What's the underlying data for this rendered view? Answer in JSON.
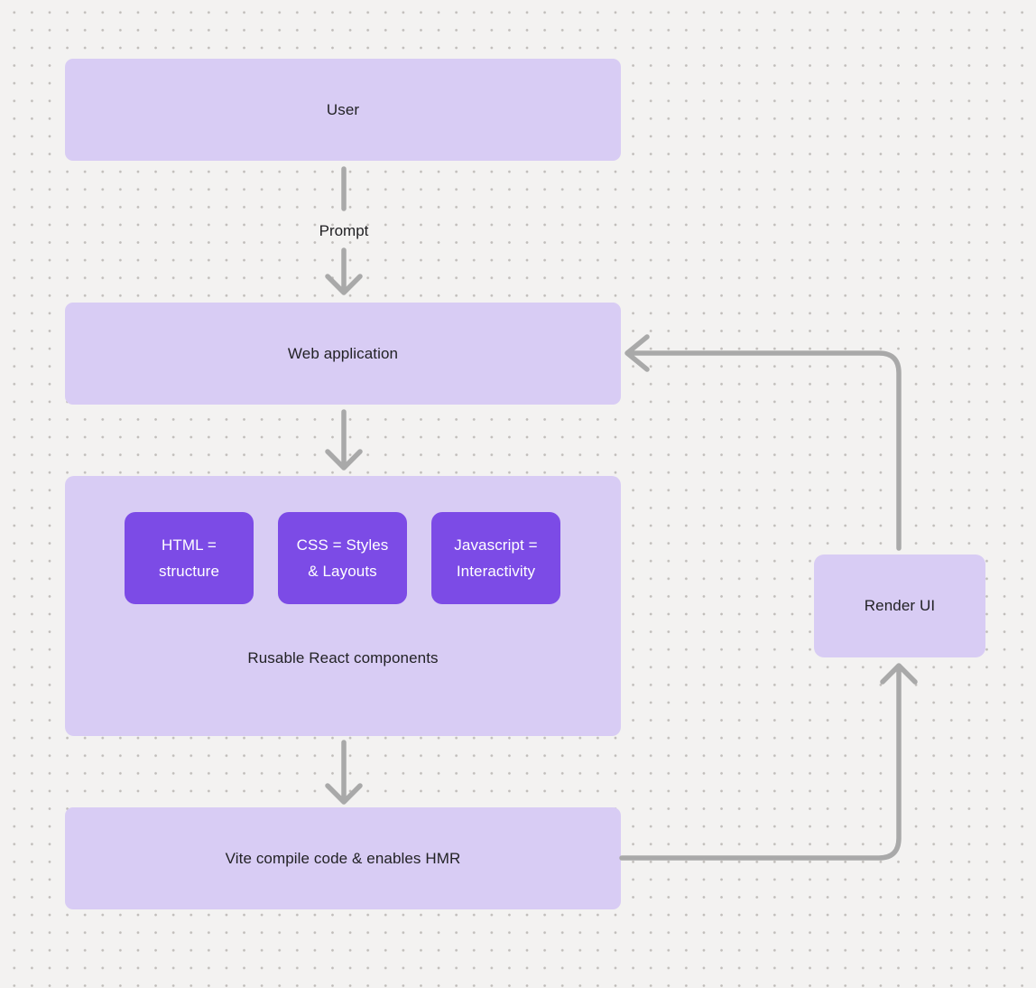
{
  "diagram": {
    "nodes": {
      "user": {
        "label": "User"
      },
      "web_application": {
        "label": "Web application"
      },
      "components_group": {
        "caption": "Rusable React components",
        "chips": [
          {
            "label": "HTML =\nstructure"
          },
          {
            "label": "CSS = Styles\n& Layouts"
          },
          {
            "label": "Javascript =\nInteractivity"
          }
        ]
      },
      "vite": {
        "label": "Vite compile code & enables HMR"
      },
      "render_ui": {
        "label": "Render UI"
      }
    },
    "edge_labels": {
      "user_to_web_application": "Prompt"
    },
    "colors": {
      "background": "#f3f2f1",
      "grid_dot": "#c6c2be",
      "node_fill": "#d8ccf4",
      "chip_fill": "#7c4be6",
      "arrow": "#a9a9a9",
      "text_dark": "#222225",
      "text_light": "#ffffff"
    }
  }
}
